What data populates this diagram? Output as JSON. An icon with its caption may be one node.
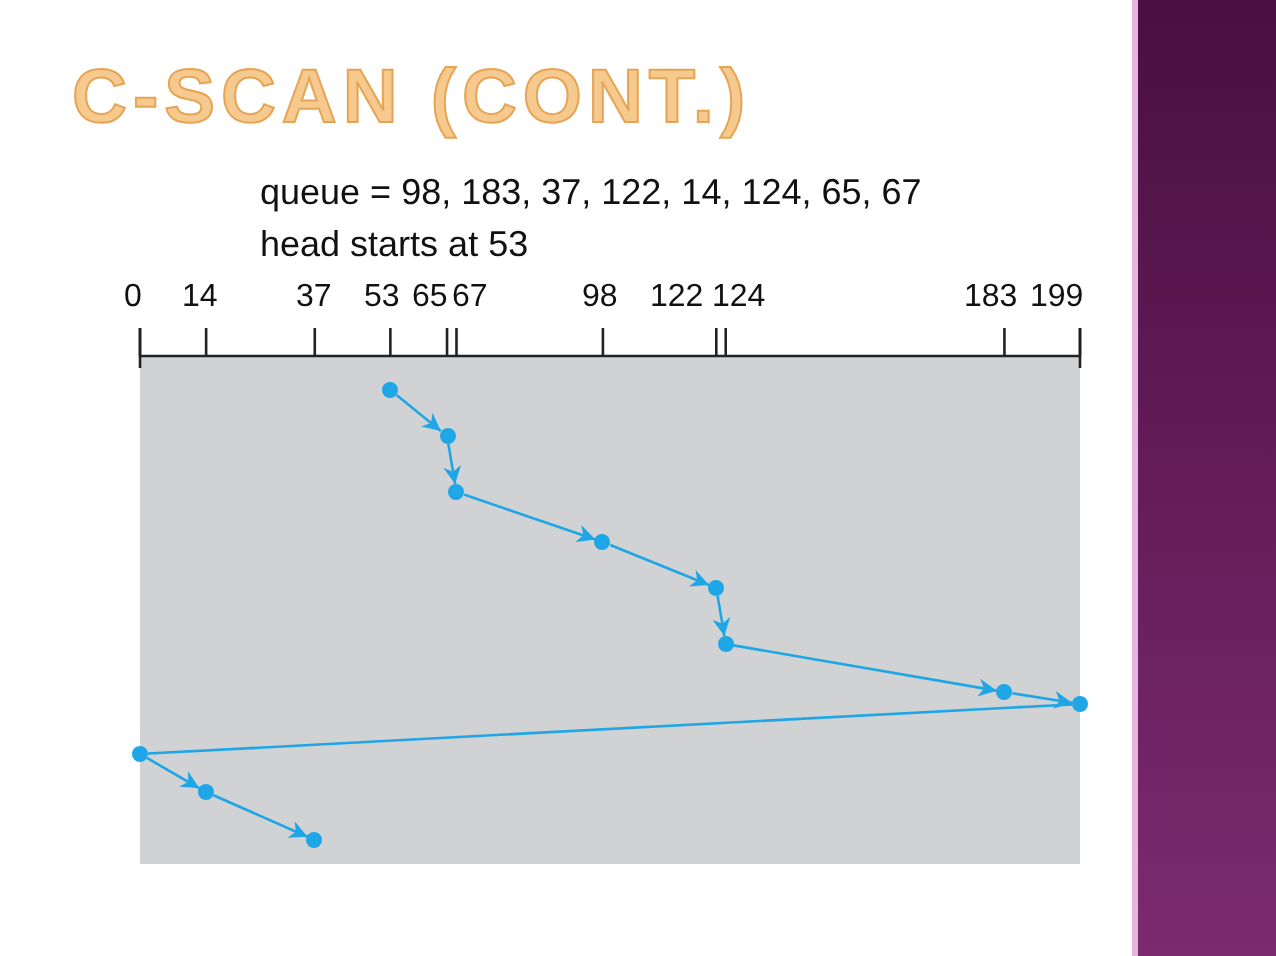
{
  "diagram": {
    "title": "C-SCAN (CONT.)",
    "nodes": [
      {
        "text": [],
        "shape": "circle"
      },
      {
        "text": [],
        "shape": "circle"
      },
      {
        "text": [],
        "shape": "circle"
      },
      {
        "text": [],
        "shape": "circle"
      },
      {
        "text": [],
        "shape": "circle"
      },
      {
        "text": [],
        "shape": "circle"
      },
      {
        "text": [],
        "shape": "circle"
      },
      {
        "text": [],
        "shape": "circle"
      },
      {
        "text": [],
        "shape": "circle"
      },
      {
        "text": [],
        "shape": "circle"
      },
      {
        "text": [],
        "shape": "circle"
      }
    ],
    "edges": [
      {
        "from": 0,
        "to": 1,
        "arrow": "to"
      },
      {
        "from": 1,
        "to": 2,
        "arrow": "to"
      },
      {
        "from": 2,
        "to": 3,
        "arrow": "to"
      },
      {
        "from": 3,
        "to": 4,
        "arrow": "to"
      },
      {
        "from": 4,
        "to": 5,
        "arrow": "to"
      },
      {
        "from": 5,
        "to": 6,
        "arrow": "to"
      },
      {
        "from": 6,
        "to": 7,
        "arrow": "to"
      },
      {
        "from": 7,
        "to": 8,
        "arrow": "none"
      },
      {
        "from": 8,
        "to": 9,
        "arrow": "to"
      },
      {
        "from": 9,
        "to": 10,
        "arrow": "to"
      }
    ],
    "labels": [
      "queue = 98, 183, 37, 122, 14, 124, 65, 67",
      "head starts at 53",
      "0",
      "14",
      "37",
      "53",
      "65",
      "67",
      "98",
      "122",
      "124",
      "183",
      "199"
    ]
  }
}
